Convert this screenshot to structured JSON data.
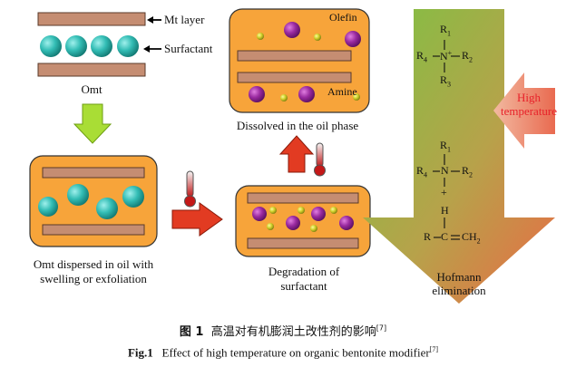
{
  "labels": {
    "mt_layer": "Mt layer",
    "surfactant": "Surfactant",
    "omt": "Omt",
    "olefin": "Olefin",
    "amine": "Amine",
    "dissolved": "Dissolved in the oil phase",
    "dispersed_line1": "Omt dispersed in oil with",
    "dispersed_line2": "swelling or exfoliation",
    "degradation_line1": "Degradation of",
    "degradation_line2": "surfactant",
    "high_temp_line1": "High",
    "high_temp_line2": "temperature",
    "hofmann_line1": "Hofmann",
    "hofmann_line2": "elimination"
  },
  "chemistry": {
    "r1": "R",
    "r1_sub": "1",
    "r2": "R",
    "r2_sub": "2",
    "r3": "R",
    "r3_sub": "3",
    "r4": "R",
    "r4_sub": "4",
    "n": "N",
    "n_charge": "+",
    "plus": "+",
    "h": "H",
    "c": "C",
    "ch2": "CH",
    "ch2_sub": "2",
    "r_alkene": "R"
  },
  "caption": {
    "zh_label": "图 1",
    "zh_text": "高温对有机膨润土改性剂的影响",
    "zh_ref": "[7]",
    "en_label": "Fig.1",
    "en_text": "Effect of high temperature on organic bentonite modifier",
    "en_ref": "[7]"
  },
  "colors": {
    "orange_box": "#f7a43a",
    "mt_layer": "#c58d72",
    "surfactant": "#3cbdb6",
    "olefin": "#8a1f8e",
    "amine": "#c6c62a",
    "red_arrow": "#e03a24",
    "green_arrow": "#9ed22c",
    "high_temp_text": "#e8222a"
  }
}
